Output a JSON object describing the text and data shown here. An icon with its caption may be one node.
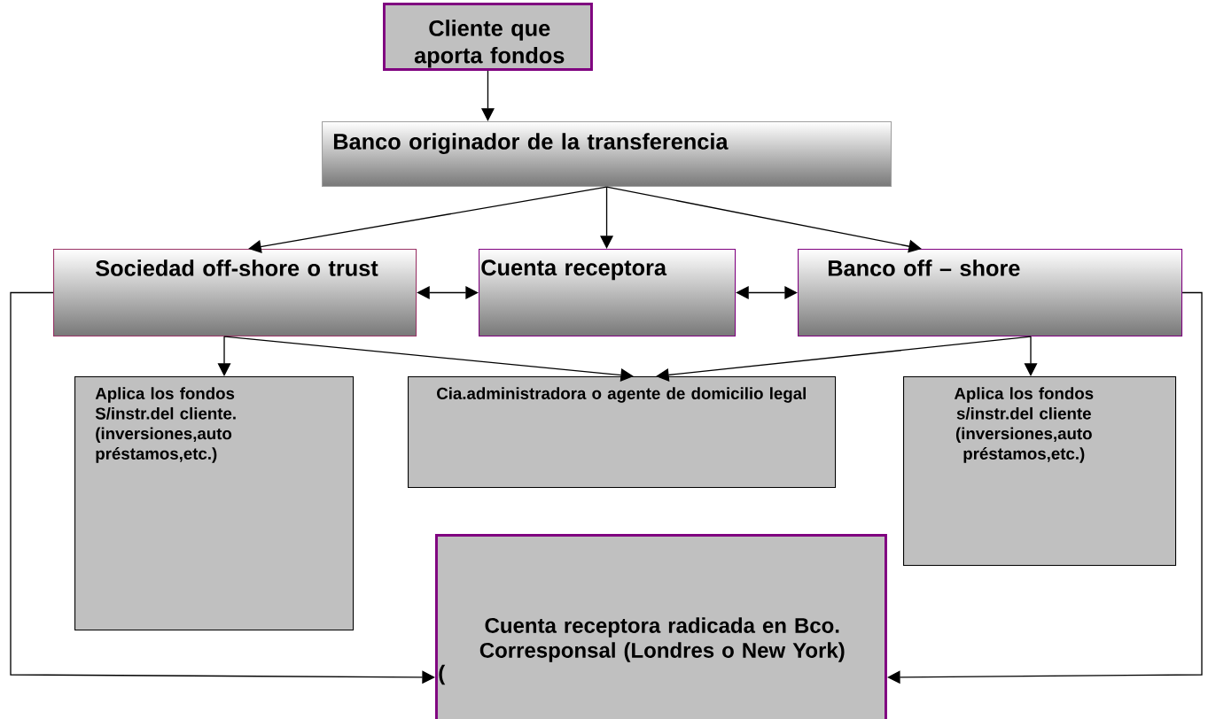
{
  "diagram": {
    "nodes": [
      {
        "text": [
          "Cliente que aporta fondos"
        ]
      },
      {
        "text": [
          "Banco originador de la transferencia"
        ]
      },
      {
        "text": [
          "Sociedad off-shore o trust"
        ]
      },
      {
        "text": [
          "Cuenta receptora"
        ]
      },
      {
        "text": [
          "Banco off – shore"
        ]
      },
      {
        "text": [
          "Aplica los fondos S/instr.del cliente. (inversiones,auto préstamos,etc.)"
        ]
      },
      {
        "text": [
          "Cia.administradora o agente de domicilio legal"
        ]
      },
      {
        "text": [
          "Aplica los fondos s/instr.del cliente (inversiones,auto préstamos,etc.)"
        ]
      },
      {
        "text": [
          "Cuenta receptora radicada en Bco. Corresponsal (Londres o New York)"
        ]
      }
    ],
    "edges": [
      {
        "from": 0,
        "to": 1,
        "arrow": "to"
      },
      {
        "from": 1,
        "to": 2,
        "arrow": "to"
      },
      {
        "from": 1,
        "to": 3,
        "arrow": "to"
      },
      {
        "from": 1,
        "to": 4,
        "arrow": "to"
      },
      {
        "from": 2,
        "to": 3,
        "arrow": "both"
      },
      {
        "from": 3,
        "to": 4,
        "arrow": "both"
      },
      {
        "from": 2,
        "to": 5,
        "arrow": "to"
      },
      {
        "from": 2,
        "to": 6,
        "arrow": "to"
      },
      {
        "from": 4,
        "to": 6,
        "arrow": "to"
      },
      {
        "from": 4,
        "to": 7,
        "arrow": "to"
      },
      {
        "from": 2,
        "to": 8,
        "arrow": "to"
      },
      {
        "from": 4,
        "to": 8,
        "arrow": "to"
      }
    ],
    "labels": [
      "("
    ]
  }
}
